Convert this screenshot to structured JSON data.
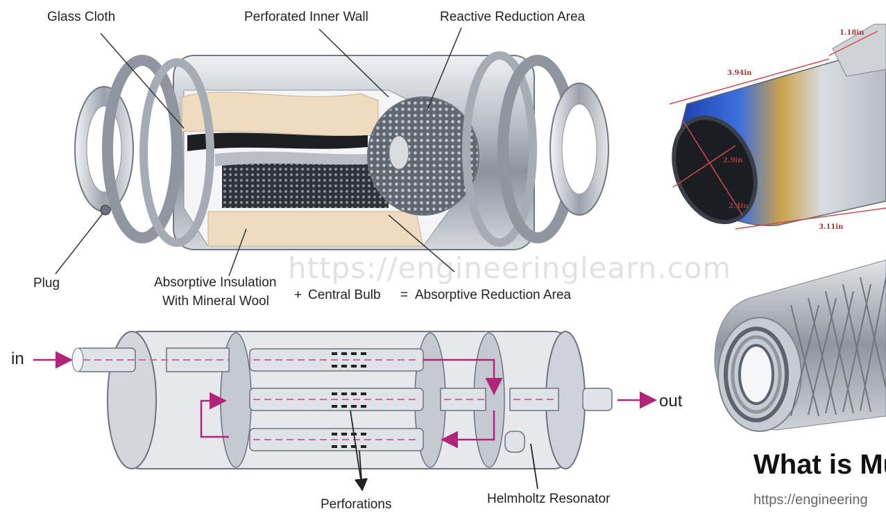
{
  "top_diagram": {
    "labels": {
      "glass_cloth": "Glass Cloth",
      "perforated_inner_wall": "Perforated Inner Wall",
      "reactive_reduction_area": "Reactive Reduction Area",
      "plug": "Plug",
      "absorptive_insulation_line1": "Absorptive Insulation",
      "absorptive_insulation_line2": "With Mineral Wool",
      "plus_sign": "+",
      "central_bulb": "Central Bulb",
      "equals_sign": "=",
      "absorptive_reduction_area": "Absorptive Reduction Area"
    }
  },
  "watermark": "https://engineeringlearn.com",
  "bottom_diagram": {
    "labels": {
      "in": "in",
      "out": "out",
      "perforations": "Perforations",
      "helmholtz_resonator": "Helmholtz Resonator"
    }
  },
  "exhaust_tip": {
    "dims": {
      "top": "1.18in",
      "length": "3.94in",
      "bottom": "3.11in",
      "inner1": "2.9in",
      "inner2": "2.4in"
    }
  },
  "caption": {
    "title": "What is Mu",
    "url": "https://engineering"
  },
  "colors": {
    "metal_dark": "#7d8591",
    "metal_light": "#d9dde2",
    "insulation": "#efdcc0",
    "flow_arrow": "#b0247a",
    "tip_blue": "#2f58c9",
    "tip_gold": "#c9a24a"
  }
}
